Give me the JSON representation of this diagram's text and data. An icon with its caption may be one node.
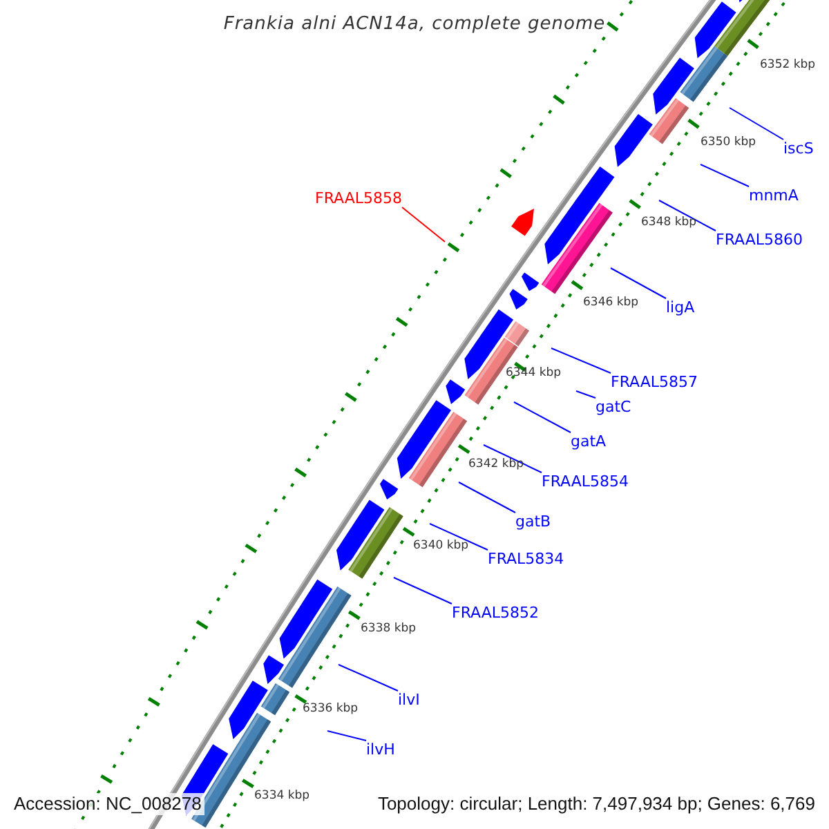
{
  "diagram": {
    "title": "Frankia alni ACN14a, complete genome",
    "nodes": [
      {
        "text": [
          "iscS"
        ]
      },
      {
        "text": [
          "mnmA"
        ]
      },
      {
        "text": [
          "FRAAL5858"
        ]
      },
      {
        "text": [
          "FRAAL5860"
        ]
      },
      {
        "text": [
          "ligA"
        ]
      },
      {
        "text": [
          "FRAAL5857"
        ]
      },
      {
        "text": [
          "gatC"
        ]
      },
      {
        "text": [
          "gatA"
        ]
      },
      {
        "text": [
          "FRAAL5854"
        ]
      },
      {
        "text": [
          "gatB"
        ]
      },
      {
        "text": [
          "FRAL5834"
        ]
      },
      {
        "text": [
          "FRAAL5852"
        ]
      },
      {
        "text": [
          "ilvI"
        ]
      },
      {
        "text": [
          "ilvH"
        ]
      }
    ],
    "edges": [
      {
        "from": 0,
        "to": null,
        "arrow": "none"
      },
      {
        "from": 1,
        "to": null,
        "arrow": "none"
      },
      {
        "from": 2,
        "to": null,
        "arrow": "none",
        "color": "#ff0000"
      },
      {
        "from": 3,
        "to": null,
        "arrow": "none"
      },
      {
        "from": 4,
        "to": null,
        "arrow": "none"
      },
      {
        "from": 5,
        "to": null,
        "arrow": "none"
      },
      {
        "from": 6,
        "to": null,
        "arrow": "none"
      },
      {
        "from": 7,
        "to": null,
        "arrow": "none"
      },
      {
        "from": 8,
        "to": null,
        "arrow": "none"
      },
      {
        "from": 9,
        "to": null,
        "arrow": "none"
      },
      {
        "from": 10,
        "to": null,
        "arrow": "none"
      },
      {
        "from": 11,
        "to": null,
        "arrow": "none"
      },
      {
        "from": 12,
        "to": null,
        "arrow": "none"
      },
      {
        "from": 13,
        "to": null,
        "arrow": "none"
      }
    ],
    "labels": [
      "6352 kbp",
      "6350 kbp",
      "6348 kbp",
      "6346 kbp",
      "6344 kbp",
      "6342 kbp",
      "6340 kbp",
      "6338 kbp",
      "6336 kbp",
      "6334 kbp",
      "Accession: NC_008278",
      "Topology: circular; Length: 7,497,934 bp; Genes: 6,769"
    ]
  }
}
